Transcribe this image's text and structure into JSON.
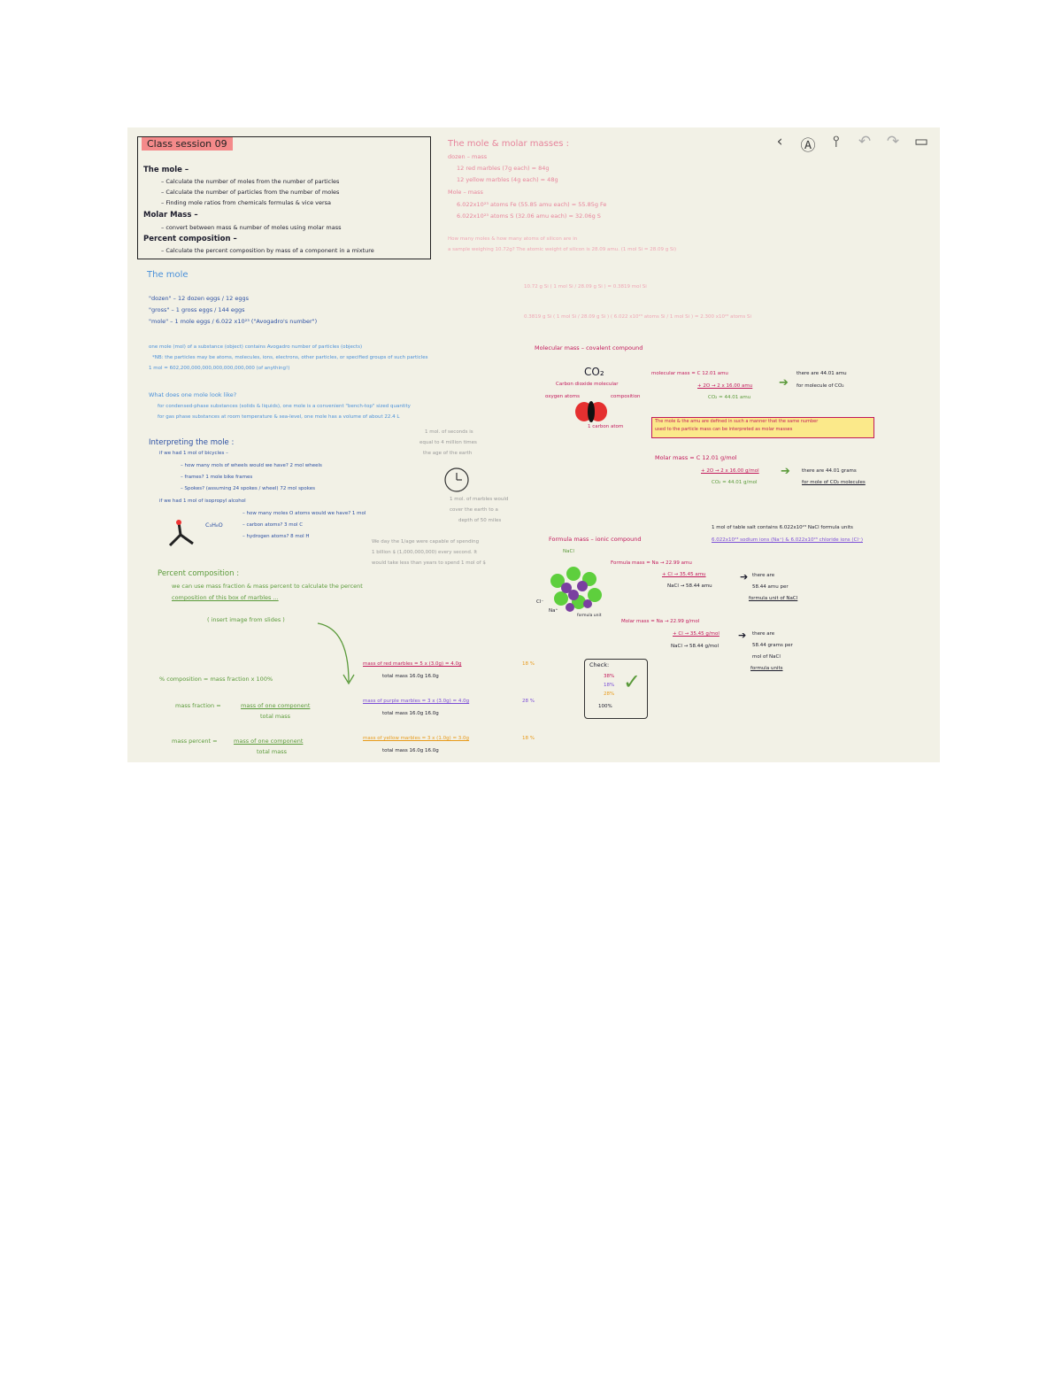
{
  "toolbar": {
    "icons": [
      "back-icon",
      "pencil-circle-icon",
      "pin-icon",
      "undo-icon",
      "redo-icon",
      "save-icon"
    ]
  },
  "objectives": {
    "title": "Class session 09",
    "lines": [
      "The mole –",
      "– Calculate the number of moles from the number of particles",
      "– Calculate the number of particles from the number of moles",
      "– Finding mole ratios from chemicals formulas & vice versa",
      "Molar Mass –",
      "– convert between mass & number of moles using molar mass",
      "Percent composition –",
      "– Calculate the percent composition by mass of a component in a mixture"
    ]
  },
  "the_mole": {
    "heading": "The mole",
    "defs": [
      "\"dozen\" – 12 dozen eggs / 12 eggs",
      "\"gross\" – 1 gross eggs / 144 eggs",
      "\"mole\" – 1 mole eggs / 6.022 x10²³ (\"Avogadro's number\")"
    ],
    "definition": [
      "one mole (mol) of a substance (object) contains Avogadro number of particles (objects)",
      "*NB: the particles may be atoms, molecules, ions, electrons, other particles, or specified groups of such particles",
      "1 mol = 602,200,000,000,000,000,000,000 (of anything!)"
    ],
    "look_like_q": "What does one mole look like?",
    "look_like": [
      "for condensed-phase substances (solids & liquids), one mole is a convenient \"bench-top\" sized quantity",
      "for gas phase substances at room temperature & sea-level, one mole has a volume of about 22.4 L"
    ]
  },
  "interpreting": {
    "heading": "Interpreting the mole :",
    "lines": [
      "if we had 1 mol of bicycles –",
      "– how many mols of wheels would we have?   2 mol wheels",
      "– frames?   1 mole bike frames",
      "– Spokes? (assuming 24 spokes / wheel)   72 mol spokes",
      "if we had 1 mol of isopropyl alcohol",
      "– how many moles O atoms would we have?   1 mol",
      "– carbon atoms?   3 mol C",
      "– hydrogen atoms?   8 mol H"
    ],
    "formula": "C₃H₈O",
    "side_notes": [
      "1 mol. of seconds is",
      "equal to 4 million times",
      "the age of the earth",
      "1 mol. of marbles would",
      "cover the earth to a",
      "depth of 50 miles",
      "We day the 1/age were capable of spending",
      "1 billion $ (1,000,000,000) every second. It",
      "would take less than years to spend 1 mol of $"
    ]
  },
  "percent_comp": {
    "heading": "Percent composition :",
    "lines": [
      "we can use mass fraction & mass percent to calculate the percent",
      "composition of this box of marbles ..."
    ],
    "insert_note": "( insert image from slides )",
    "formula_main": "% composition = mass fraction x 100%",
    "mass_fraction_label": "mass fraction =",
    "mass_fraction_num": "mass of one component",
    "mass_fraction_den": "total mass",
    "mass_percent_label": "mass percent =",
    "mass_percent_num": "mass of one component",
    "mass_percent_den": "total mass",
    "calcs": [
      {
        "num": "mass of red marbles = 5 x (3.0g) = 4.0g",
        "den": "total mass     16.0g     16.0g",
        "result": "18 %"
      },
      {
        "num": "mass of purple marbles = 3 x (3.0g) = 4.0g",
        "den": "total mass     16.0g     16.0g",
        "result": "28 %"
      },
      {
        "num": "mass of yellow marbles = 3 x (1.0g) = 3.0g",
        "den": "total mass     16.0g     16.0g",
        "result": "18 %"
      }
    ],
    "check_label": "Check:",
    "check_values": [
      "38%",
      "18%",
      "28%",
      "100%"
    ],
    "check_mark": "✓"
  },
  "molar_mass_intro": {
    "heading": "The mole & molar masses :",
    "lines": [
      "dozen – mass",
      "12 red marbles (7g each) = 84g",
      "12 yellow marbles (4g each) = 48g",
      "Mole – mass",
      "6.022x10²³ atoms Fe (55.85 amu each) = 55.85g Fe",
      "6.022x10²³ atoms S (32.06 amu each) = 32.06g S"
    ],
    "question": [
      "How many moles & how many atoms of silicon are in",
      "a sample weighing 10.72g? The atomic weight of silicon is 28.09 amu. (1 mol Si = 28.09 g Si)"
    ],
    "calc1": "10.72 g Si ( 1 mol Si / 28.09 g Si ) = 0.3819 mol Si",
    "calc2": "0.3819 g Si ( 1 mol Si / 28.09 g Si ) ( 6.022 x10²³ atoms Si / 1 mol Si ) = 2.300 x10²³ atoms Si"
  },
  "molecular": {
    "heading": "Molecular mass – covalent compound",
    "formula": "CO₂",
    "labels": [
      "Carbon dioxide molecular",
      "oxygen atoms",
      "composition",
      "1 carbon atom"
    ],
    "mm_lines": [
      "molecular mass = C 12.01 amu",
      "+ 2O → 2 x 16.00 amu",
      "CO₂ = 44.01 amu"
    ],
    "mm_note": [
      "there are 44.01 amu",
      "for molecule of CO₂"
    ],
    "warning": [
      "The mole & the amu are defined in such a manner that the same number",
      "used to the particle mass can be interpreted as molar masses"
    ],
    "molar_lines": [
      "Molar mass = C 12.01 g/mol",
      "+ 2O → 2 x 16.00 g/mol",
      "CO₂ = 44.01 g/mol"
    ],
    "molar_note": [
      "there are 44.01 grams",
      "for mole of CO₂ molecules"
    ]
  },
  "formula_mass": {
    "heading": "Formula mass – ionic compound",
    "formula": "NaCl",
    "ion_labels": [
      "Cl⁻",
      "Na⁺",
      "formula unit"
    ],
    "ionic_note": [
      "1 mol of table salt contains 6.022x10²³ NaCl formula units",
      "6.022x10²³ sodium ions (Na⁺) & 6.022x10²³ chloride ions (Cl⁻)"
    ],
    "fm_lines": [
      "Formula mass = Na → 22.99 amu",
      "+ Cl → 35.45 amu",
      "NaCl → 58.44 amu"
    ],
    "fm_note": [
      "there are",
      "58.44 amu per",
      "formula unit of NaCl"
    ],
    "molar_lines": [
      "Molar mass = Na → 22.99 g/mol",
      "+ Cl → 35.45 g/mol",
      "NaCl → 58.44 g/mol"
    ],
    "molar_note": [
      "there are",
      "58.44 grams per",
      "mol of NaCl",
      "formula units"
    ]
  },
  "colors": {
    "canvas": "#f2f1e6",
    "highlight_red": "#f48a8a",
    "blue": "#4a90d9",
    "pink": "#e7849b",
    "magenta": "#c2185b",
    "green": "#5a9a3a",
    "purple": "#7a4dd6",
    "orange": "#e89a1a",
    "yellow_box": "#fbe98a"
  }
}
